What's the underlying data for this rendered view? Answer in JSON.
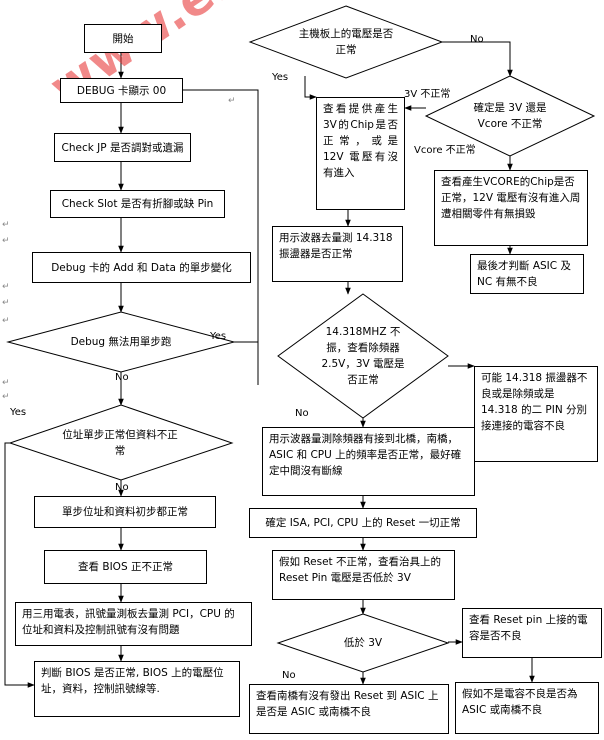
{
  "watermark": "www.elecfans.com",
  "nodes": {
    "start": "開始",
    "debug_display": "DEBUG 卡顯示 00",
    "check_jp": "Check JP 是否調對或遺漏",
    "check_slot": "Check Slot 是否有折腳或缺 Pin",
    "addr_data": "Debug 卡的 Add 和 Data 的單步變化",
    "cannot_step": "Debug 無法用單步跑",
    "addr_step_normal": "位址單步正常但資料不正常",
    "step_ok": "單步位址和資料初步都正常",
    "bios_abnormal": "查看 BIOS 正不正常",
    "meter_measure": "用三用電表，訊號量測板去量測 PCI，CPU 的位址和資料及控制訊號有沒有問題",
    "judge_bios": "判斷 BIOS 是否正常, BIOS 上的電壓位址，資料，控制訊號線等.",
    "mb_voltage": "主機板上的電壓是否正常",
    "check_3v_chip": "查看提供產生3V的Chip是否正常，或是 12V 電壓有沒有進入",
    "scope_14318": "用示波器去量測 14.318 振盪器是否正常",
    "is_3v_or_vcore": "確定是 3V 還是 Vcore 不正常",
    "check_vcore_chip": "查看產生VCORE的Chip是否正常，12V 電壓有沒有進入周遭相關零件有無損毀",
    "asic_nc": "最後才判斷 ASIC 及 NC 有無不良",
    "osc_not_oscillating": "14.318MHZ 不振，查看除頻器 2.5V，3V 電壓是否正常",
    "maybe_14318_bad": "可能 14.318 振盪器不良或是除頻或是 14.318 的二 PIN 分別接連接的電容不良",
    "scope_divider": "用示波器量測除頻器有接到北橋，南橋，ASIC 和 CPU 上的頻率是否正常，最好確定中間沒有斷線",
    "reset_ok": "確定 ISA, PCI, CPU 上的 Reset 一切正常",
    "reset_abnormal": "假如 Reset 不正常，查看治具上的 Reset Pin 電壓是否低於 3V",
    "below_3v": "低於 3V",
    "check_reset_cap": "查看 Reset pin 上接的電容是否不良",
    "check_southbridge": "查看南橋有沒有發出 Reset 到 ASIC 上是否是 ASIC 或南橋不良",
    "cap_ok_asic": "假如不是電容不良是否為 ASIC 或南橋不良"
  },
  "labels": {
    "yes_cannot_step": "Yes",
    "no_cannot_step": "No",
    "yes_addr": "Yes",
    "no_addr": "No",
    "no_mb": "No",
    "yes_mb": "Yes",
    "v3_abnormal": "3V 不正常",
    "vcore_abnormal": "Vcore 不正常",
    "no_osc": "No",
    "no_below": "No"
  }
}
